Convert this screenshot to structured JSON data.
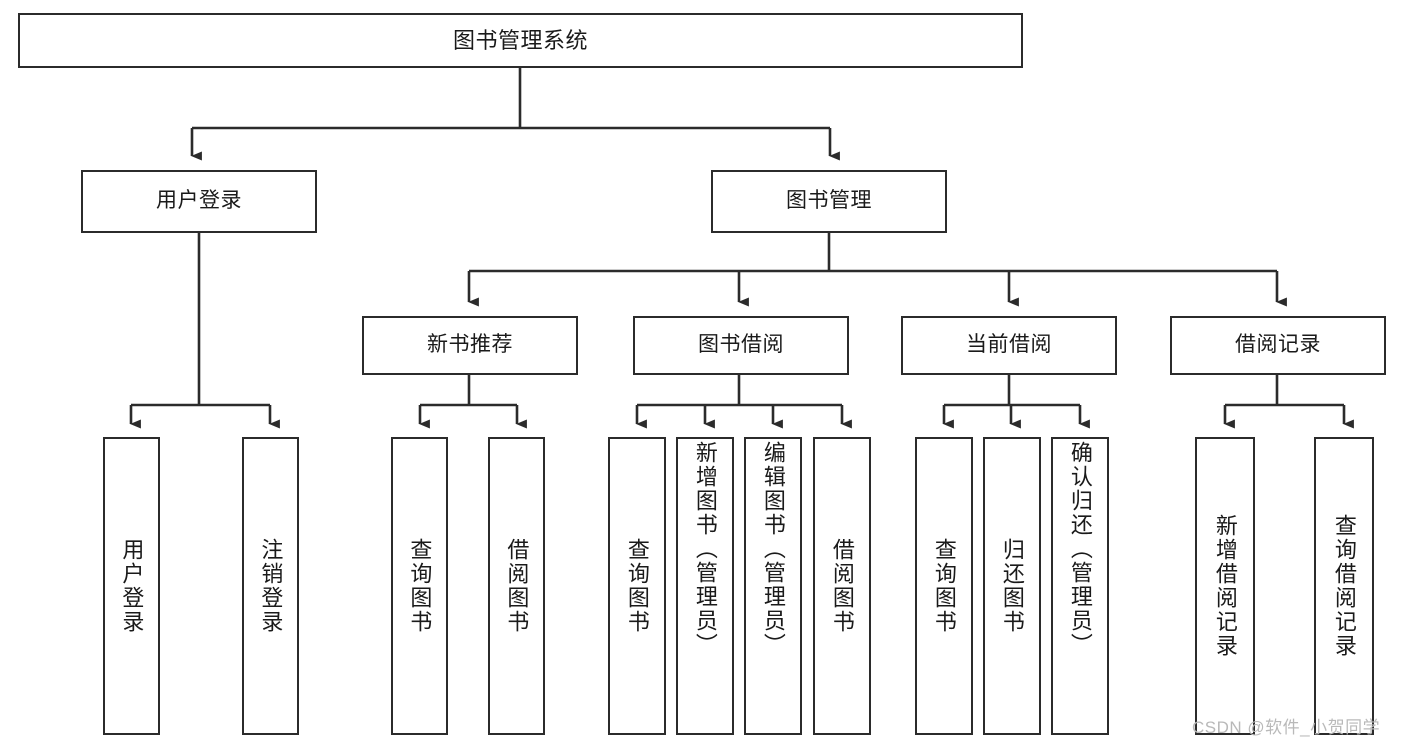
{
  "diagram": {
    "title": "图书管理系统",
    "type": "tree-hierarchy-chart",
    "watermark": "CSDN @软件_小贺同学",
    "colors": {
      "border": "#2b2b2b",
      "background": "#ffffff",
      "text": "#1a1a1a",
      "watermark": "#b9b9b9"
    },
    "nodes": {
      "root": "图书管理系统",
      "user_login": "用户登录",
      "book_manage": "图书管理",
      "new_book_rec": "新书推荐",
      "book_borrow": "图书借阅",
      "current_borrow": "当前借阅",
      "borrow_record": "借阅记录",
      "leaf_user_login": "用户登录",
      "leaf_logout": "注销登录",
      "leaf_query_book_1": "查询图书",
      "leaf_borrow_book_1": "借阅图书",
      "leaf_query_book_2": "查询图书",
      "leaf_add_book_admin": "新增图书（管理员）",
      "leaf_edit_book_admin": "编辑图书（管理员）",
      "leaf_borrow_book_2": "借阅图书",
      "leaf_query_book_3": "查询图书",
      "leaf_return_book": "归还图书",
      "leaf_confirm_return_admin": "确认归还（管理员）",
      "leaf_add_record": "新增借阅记录",
      "leaf_query_record": "查询借阅记录"
    }
  }
}
